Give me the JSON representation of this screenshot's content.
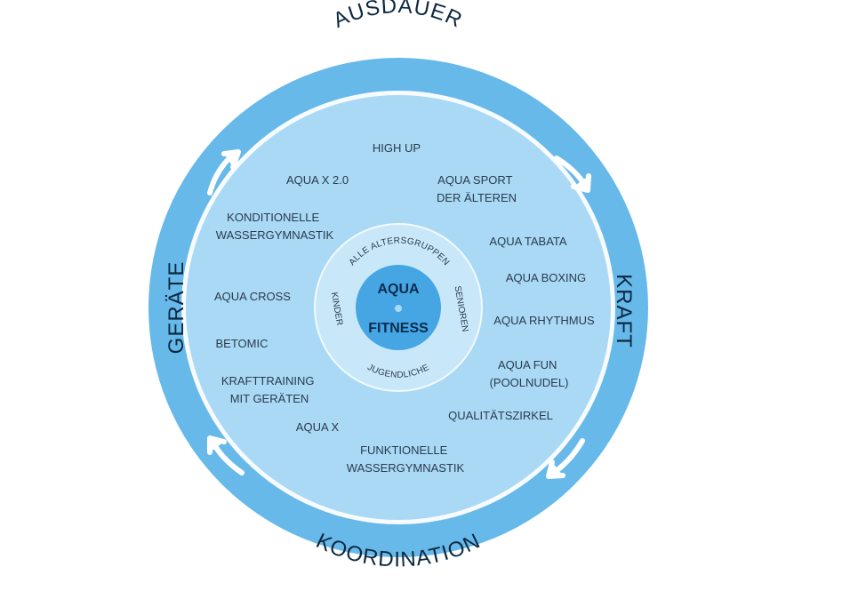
{
  "colors": {
    "outer_ring": "#67b9ea",
    "inner_disc": "#a9d9f5",
    "center_ring": "#c8e8fa",
    "center_core": "#45a6e3",
    "ring_text": "#0c2840",
    "item_text": "#2a3b4c",
    "core_text": "#0b2c4c",
    "arrow": "#ffffff",
    "rim": "#f7fbfe"
  },
  "ring_labels": {
    "top": "AUSDAUER",
    "right": "KRAFT",
    "bottom": "KOORDINATION",
    "left": "GERÄTE"
  },
  "center": {
    "line1": "AQUA",
    "line2": "FITNESS"
  },
  "age_groups": {
    "top": "ALLE ALTERSGRUPPEN",
    "left": "KINDER",
    "right": "SENIOREN",
    "bottom": "JUGENDLICHE"
  },
  "programs": [
    {
      "lines": [
        "HIGH UP"
      ]
    },
    {
      "lines": [
        "AQUA X 2.0"
      ]
    },
    {
      "lines": [
        "AQUA SPORT",
        "DER ÄLTEREN"
      ]
    },
    {
      "lines": [
        "KONDITIONELLE",
        "WASSERGYMNASTIK"
      ]
    },
    {
      "lines": [
        "AQUA TABATA"
      ]
    },
    {
      "lines": [
        "AQUA BOXING"
      ]
    },
    {
      "lines": [
        "AQUA CROSS"
      ]
    },
    {
      "lines": [
        "AQUA RHYTHMUS"
      ]
    },
    {
      "lines": [
        "BETOMIC"
      ]
    },
    {
      "lines": [
        "AQUA FUN",
        "(POOLNUDEL)"
      ]
    },
    {
      "lines": [
        "KRAFTTRAINING",
        "MIT GERÄTEN"
      ]
    },
    {
      "lines": [
        "QUALITÄTSZIRKEL"
      ]
    },
    {
      "lines": [
        "AQUA X"
      ]
    },
    {
      "lines": [
        "FUNKTIONELLE",
        "WASSERGYMNASTIK"
      ]
    }
  ]
}
